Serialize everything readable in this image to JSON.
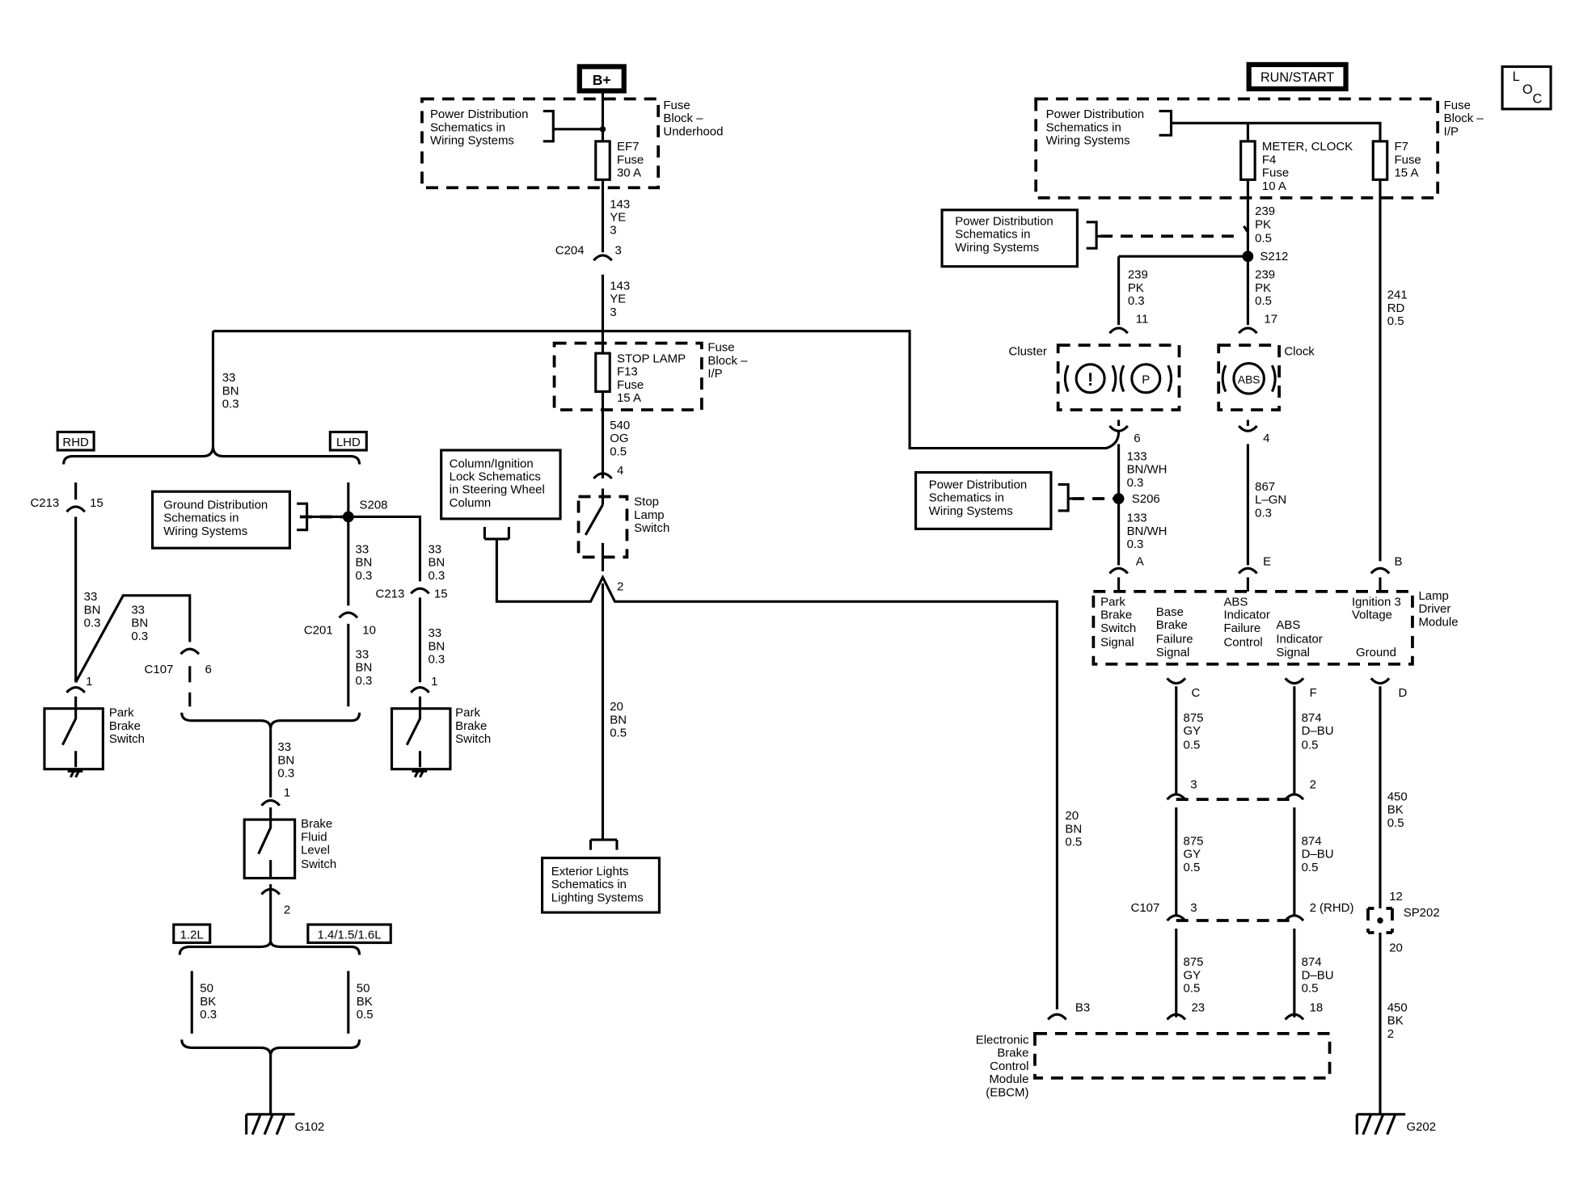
{
  "sources": {
    "b_plus": "B+",
    "run_start": "RUN/START",
    "loc": [
      "L",
      "O",
      "C"
    ]
  },
  "fuse_blocks": {
    "underhood": [
      "Fuse",
      "Block –",
      "Underhood"
    ],
    "ip_top": [
      "Fuse",
      "Block –",
      "I/P"
    ],
    "ip_mid": [
      "Fuse",
      "Block –",
      "I/P"
    ]
  },
  "fuses": {
    "ef7": [
      "EF7",
      "Fuse",
      "30 A"
    ],
    "f4": [
      "METER, CLOCK",
      "F4",
      "Fuse",
      "10 A"
    ],
    "f7": [
      "F7",
      "Fuse",
      "15 A"
    ],
    "f13": [
      "STOP LAMP",
      "F13",
      "Fuse",
      "15 A"
    ]
  },
  "refs": {
    "pd_underhood": [
      "Power Distribution",
      "Schematics in",
      "Wiring Systems"
    ],
    "pd_ip": [
      "Power Distribution",
      "Schematics in",
      "Wiring Systems"
    ],
    "pd_s212": [
      "Power Distribution",
      "Schematics in",
      "Wiring Systems"
    ],
    "pd_s206": [
      "Power Distribution",
      "Schematics in",
      "Wiring Systems"
    ],
    "ground_dist": [
      "Ground Distribution",
      "Schematics in",
      "Wiring Systems"
    ],
    "column": [
      "Column/Ignition",
      "Lock Schematics",
      "in Steering Wheel",
      "Column"
    ],
    "exterior": [
      "Exterior Lights",
      "Schematics in",
      "Lighting Systems"
    ]
  },
  "wires": {
    "w143_a": [
      "143",
      "YE",
      "3"
    ],
    "w143_b": [
      "143",
      "YE",
      "3"
    ],
    "w33_top": [
      "33",
      "BN",
      "0.3"
    ],
    "w540": [
      "540",
      "OG",
      "0.5"
    ],
    "w33_rhd": [
      "33",
      "BN",
      "0.3"
    ],
    "w33_c107": [
      "33",
      "BN",
      "0.3"
    ],
    "w33_s208": [
      "33",
      "BN",
      "0.3"
    ],
    "w33_s208b": [
      "33",
      "BN",
      "0.3"
    ],
    "w33_c201": [
      "33",
      "BN",
      "0.3"
    ],
    "w33_c213b": [
      "33",
      "BN",
      "0.3"
    ],
    "w33_join": [
      "33",
      "BN",
      "0.3"
    ],
    "w20_sw": [
      "20",
      "BN",
      "0.5"
    ],
    "w20_ebcm": [
      "20",
      "BN",
      "0.5"
    ],
    "w50_12": [
      "50",
      "BK",
      "0.3"
    ],
    "w50_14": [
      "50",
      "BK",
      "0.5"
    ],
    "w239_a": [
      "239",
      "PK",
      "0.5"
    ],
    "w239_b": [
      "239",
      "PK",
      "0.3"
    ],
    "w239_c": [
      "239",
      "PK",
      "0.5"
    ],
    "w241": [
      "241",
      "RD",
      "0.5"
    ],
    "w133_a": [
      "133",
      "BN/WH",
      "0.3"
    ],
    "w133_b": [
      "133",
      "BN/WH",
      "0.3"
    ],
    "w867": [
      "867",
      "L–GN",
      "0.3"
    ],
    "w875_a": [
      "875",
      "GY",
      "0.5"
    ],
    "w875_b": [
      "875",
      "GY",
      "0.5"
    ],
    "w875_c": [
      "875",
      "GY",
      "0.5"
    ],
    "w874_a": [
      "874",
      "D–BU",
      "0.5"
    ],
    "w874_b": [
      "874",
      "D–BU",
      "0.5"
    ],
    "w874_c": [
      "874",
      "D–BU",
      "0.5"
    ],
    "w450_a": [
      "450",
      "BK",
      "0.5"
    ],
    "w450_b": [
      "450",
      "BK",
      "2"
    ]
  },
  "connectors": {
    "c204": "C204",
    "c204_pin": "3",
    "c213_l": "C213",
    "c213_l_pin": "15",
    "c213_r": "C213",
    "c213_r_pin": "15",
    "c107_l": "C107",
    "c107_l_pin": "6",
    "c201": "C201",
    "c201_pin": "10",
    "c107_r": "C107",
    "c107_r_pin3": "3",
    "c107_r_pin2": "2 (RHD)",
    "pin_f13": "4",
    "pin_sw": "2",
    "pin_pb_l": "1",
    "pin_pb_r": "1",
    "pin_bfl_top": "1",
    "pin_bfl_bot": "2",
    "pin_cl_top": "11",
    "pin_ck_top": "17",
    "pin_cl_bot": "6",
    "pin_ck_bot": "4",
    "pin_a": "A",
    "pin_e": "E",
    "pin_b": "B",
    "pin_c": "C",
    "pin_f": "F",
    "pin_d": "D",
    "pin_3a": "3",
    "pin_2a": "2",
    "pin_b3": "B3",
    "pin_23": "23",
    "pin_18": "18",
    "sp202_top": "12",
    "sp202_bot": "20"
  },
  "splices": {
    "s208": "S208",
    "s212": "S212",
    "s206": "S206",
    "sp202": "SP202"
  },
  "options": {
    "rhd": "RHD",
    "lhd": "LHD",
    "e12": "1.2L",
    "e14": "1.4/1.5/1.6L"
  },
  "components": {
    "stop_lamp_switch": [
      "Stop",
      "Lamp",
      "Switch"
    ],
    "park_brake_switch_l": [
      "Park",
      "Brake",
      "Switch"
    ],
    "park_brake_switch_r": [
      "Park",
      "Brake",
      "Switch"
    ],
    "brake_fluid": [
      "Brake",
      "Fluid",
      "Level",
      "Switch"
    ],
    "cluster": "Cluster",
    "clock": "Clock",
    "cluster_p": "P",
    "clock_abs": "ABS",
    "ldm": [
      "Lamp",
      "Driver",
      "Module"
    ],
    "ebcm": [
      "Electronic",
      "Brake",
      "Control",
      "Module",
      "(EBCM)"
    ]
  },
  "ldm_signals": {
    "park": [
      "Park",
      "Brake",
      "Switch",
      "Signal"
    ],
    "base": [
      "Base",
      "Brake",
      "Failure",
      "Signal"
    ],
    "abs_fail": [
      "ABS",
      "Indicator",
      "Failure",
      "Control"
    ],
    "abs_sig": [
      "ABS",
      "Indicator",
      "Signal"
    ],
    "ign": [
      "Ignition 3",
      "Voltage"
    ],
    "ground": "Ground"
  },
  "grounds": {
    "g102": "G102",
    "g202": "G202"
  }
}
